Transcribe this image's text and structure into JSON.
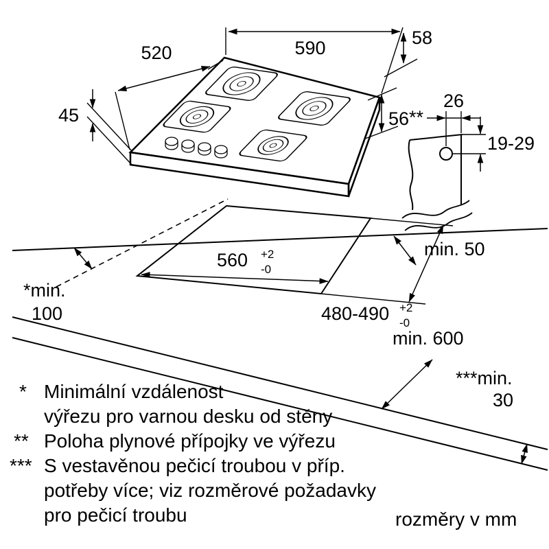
{
  "dimensions": {
    "hob_depth": "520",
    "hob_width": "590",
    "hob_profile_height": "58",
    "hob_edge_height": "45",
    "hob_body_height": "56",
    "gas_offset": "26",
    "gas_marker": "**",
    "gas_vertical_range": "19-29",
    "rear_clearance": "min. 50",
    "side_clearance_label": "*min.",
    "side_clearance_value": "100",
    "cutout_width": "560",
    "cutout_width_tol_plus": "+2",
    "cutout_width_tol_minus": "-0",
    "cutout_depth": "480-490",
    "cutout_depth_tol_plus": "+2",
    "cutout_depth_tol_minus": "-0",
    "worktop_depth": "min. 600",
    "bottom_clearance_label": "***min.",
    "bottom_clearance_value": "30"
  },
  "notes": {
    "note1_marker": "*",
    "note1_line1": "Minimální vzdálenost",
    "note1_line2": "výřezu pro varnou desku od stěny",
    "note2_marker": "**",
    "note2_line1": "Poloha plynové přípojky ve výřezu",
    "note3_marker": "***",
    "note3_line1": "S vestavěnou pečicí troubou v příp.",
    "note3_line2": "potřeby více; viz rozměrové požadavky",
    "note3_line3": "pro pečicí troubu",
    "units": "rozměry v mm"
  },
  "colors": {
    "line": "#000000",
    "background": "#ffffff",
    "burner_outer": "#dedede",
    "burner_inner": "#f4f4f4",
    "burner_cap": "#c9c9c9"
  }
}
